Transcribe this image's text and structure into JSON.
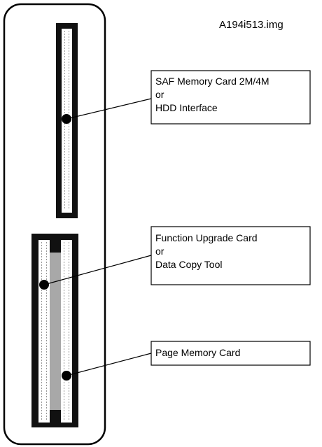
{
  "file_id": "A194i513.img",
  "callouts": {
    "saf": {
      "lines": [
        "SAF Memory Card 2M/4M",
        "or",
        "HDD Interface"
      ]
    },
    "function": {
      "lines": [
        "Function Upgrade Card",
        "or",
        "Data Copy Tool"
      ]
    },
    "page": {
      "lines": [
        "Page Memory Card"
      ]
    }
  },
  "colors": {
    "stroke": "#000000",
    "slot_fill": "#111111",
    "connector_fill": "#ffffff",
    "divider_fill": "#a8a8a8"
  }
}
